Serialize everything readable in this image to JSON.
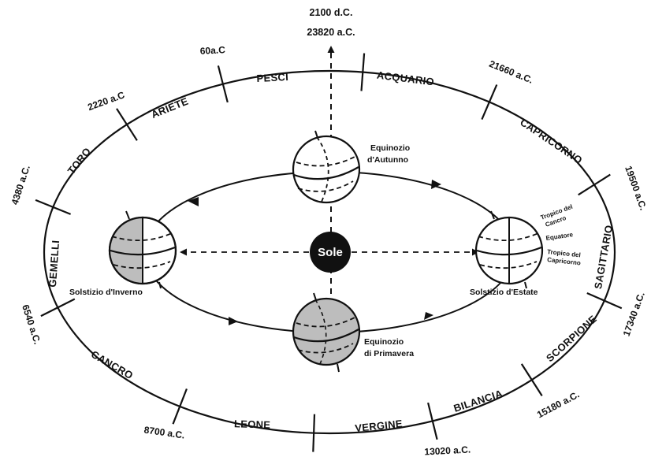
{
  "top_labels": {
    "line1": "2100 d.C.",
    "line2": "23820 a.C."
  },
  "signs": {
    "pesci": "PESCI",
    "acquario": "ACQUARIO",
    "capricorno": "CAPRICORNO",
    "sagittario": "SAGITTARIO",
    "scorpione": "SCORPIONE",
    "bilancia": "BILANCIA",
    "vergine": "VERGINE",
    "leone": "LEONE",
    "cancro": "CANCRO",
    "gemelli": "GEMELLI",
    "toro": "TORO",
    "ariete": "ARIETE"
  },
  "dates": {
    "d60": "60a.C",
    "d2220": "2220 a.C",
    "d4380": "4380 a.C.",
    "d6540": "6540 a.C.",
    "d8700": "8700 a.C.",
    "d13020": "13020 a.C.",
    "d15180": "15180 a.C.",
    "d17340": "17340 a.C.",
    "d19500": "19500 a.C.",
    "d21660": "21660 a.C."
  },
  "sun": "Sole",
  "positions": {
    "autumn": [
      "Equinozio",
      "d'Autunno"
    ],
    "spring": [
      "Equinozio",
      "di Primavera"
    ],
    "winter": "Solstizio d'Inverno",
    "summer": "Solstizio d'Estate"
  },
  "circles": {
    "tropic_cancer": [
      "Tropico del",
      "Cancro"
    ],
    "equator": "Equatore",
    "tropic_capricorn": [
      "Tropico del",
      "Capricorno"
    ]
  },
  "colors": {
    "ink": "#111111",
    "shade": "#bdbdbd",
    "paper": "#ffffff"
  }
}
